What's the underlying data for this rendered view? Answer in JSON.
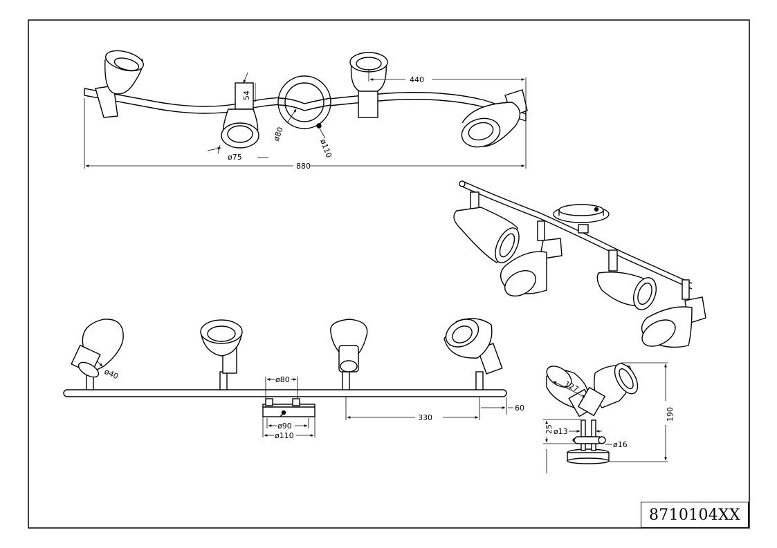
{
  "product_code": "8710104XX",
  "dimensions": {
    "top_view": {
      "overall_length": "880",
      "arm_span": "440",
      "shade_height": "54",
      "shade_diameter": "ø75",
      "canopy_inner_diameter": "ø80",
      "canopy_outer_diameter": "ø110"
    },
    "front_view": {
      "shade_opening": "ø40",
      "canopy_top": "ø80",
      "canopy_base": "ø90",
      "canopy_outer": "ø110",
      "spot_spacing": "330",
      "end_offset": "60"
    },
    "side_view": {
      "shade_length": "127",
      "overall_height": "190",
      "stem_height": "25",
      "stem_diameter": "ø13",
      "rod_diameter": "ø16"
    }
  }
}
